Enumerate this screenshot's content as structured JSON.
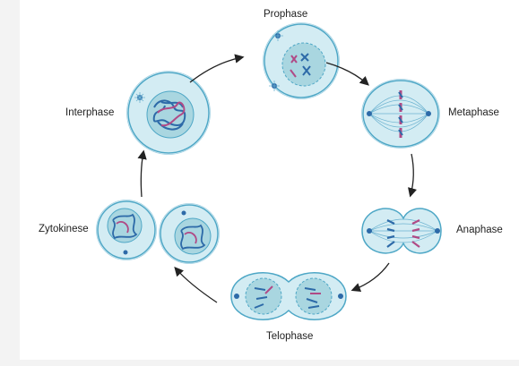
{
  "diagram": {
    "labels": {
      "prophase": "Prophase",
      "metaphase": "Metaphase",
      "anaphase": "Anaphase",
      "telophase": "Telophase",
      "zytokinese": "Zytokinese",
      "interphase": "Interphase"
    },
    "colors": {
      "cell_fill": "#d3ecf3",
      "cell_stroke": "#4ea7c6",
      "nucleus_fill": "#a9d6e0",
      "spindle": "#6bb2d0",
      "chromosome_pink": "#b04a86",
      "chromosome_blue": "#2d6aa8",
      "arrow": "#222222"
    },
    "cycle_order": [
      "Interphase",
      "Prophase",
      "Metaphase",
      "Anaphase",
      "Telophase",
      "Zytokinese"
    ]
  }
}
